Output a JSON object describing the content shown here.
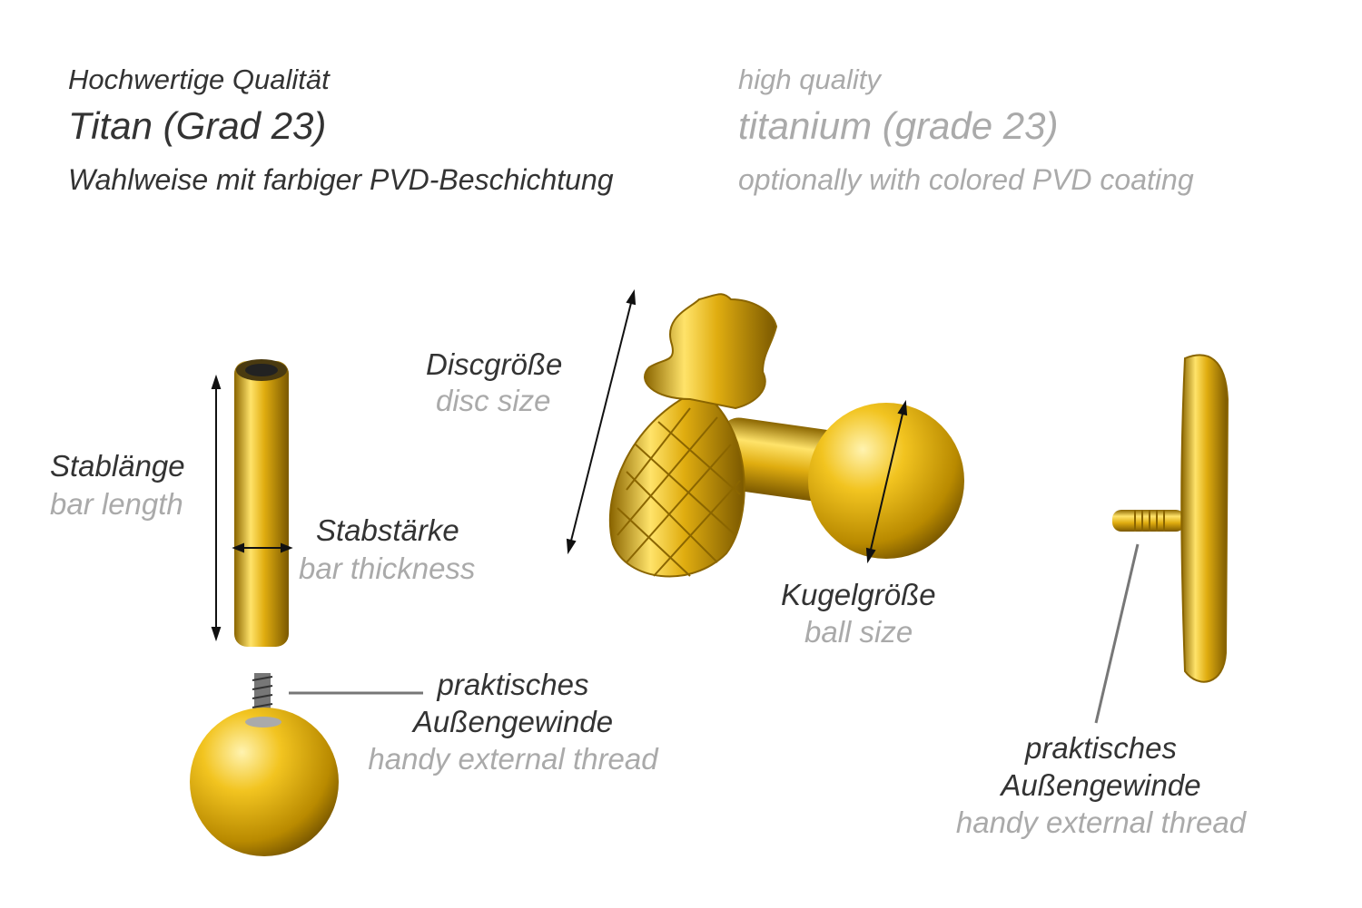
{
  "header": {
    "de": {
      "line1": "Hochwertige Qualität",
      "line2": "Titan (Grad 23)",
      "line3": "Wahlweise mit farbiger PVD-Beschichtung"
    },
    "en": {
      "line1": "high quality",
      "line2": "titanium (grade 23)",
      "line3": "optionally with colored PVD coating"
    }
  },
  "labels": {
    "bar_length": {
      "de": "Stablänge",
      "en": "bar length"
    },
    "bar_thickness": {
      "de": "Stabstärke",
      "en": "bar thickness"
    },
    "disc_size": {
      "de": "Discgröße",
      "en": "disc size"
    },
    "ball_size": {
      "de": "Kugelgröße",
      "en": "ball size"
    },
    "thread_left": {
      "de1": "praktisches",
      "de2": "Außengewinde",
      "en": "handy external thread"
    },
    "thread_right": {
      "de1": "praktisches",
      "de2": "Außengewinde",
      "en": "handy external thread"
    }
  },
  "colors": {
    "text_dark": "#333333",
    "text_light": "#aaaaaa",
    "gold": "#d9a800"
  }
}
